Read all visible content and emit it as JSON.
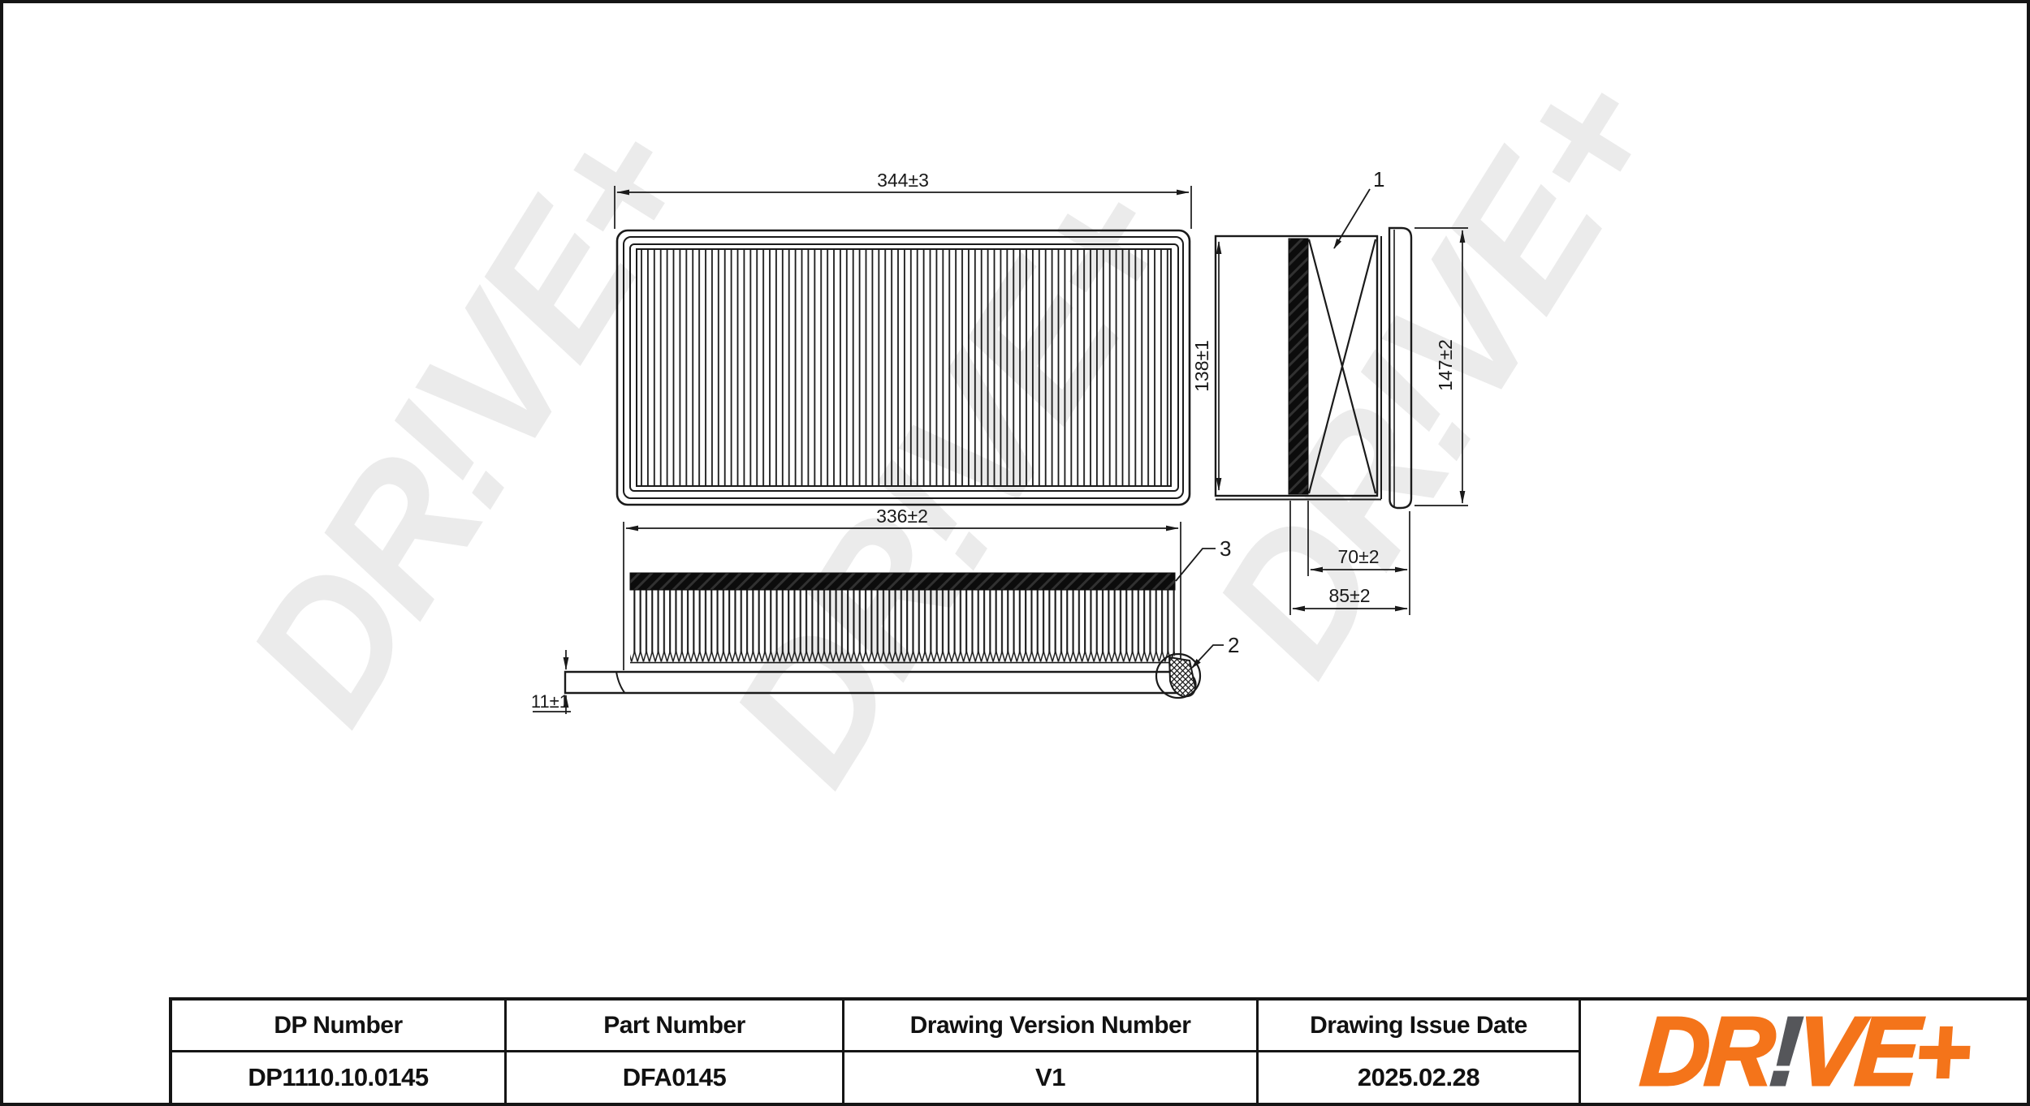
{
  "watermark_text": "DR!VE+",
  "drawing": {
    "dim_top_width": "344±3",
    "dim_side_width": "336±2",
    "dim_side_tray_thickness": "11±1",
    "dim_right_height_inner": "138±1",
    "dim_right_height_outer": "147±2",
    "dim_right_depth_inner": "70±2",
    "dim_right_depth_outer": "85±2",
    "callout_1": "1",
    "callout_2": "2",
    "callout_3": "3"
  },
  "table": {
    "headers": [
      "DP Number",
      "Part Number",
      "Drawing Version Number",
      "Drawing Issue Date"
    ],
    "values": [
      "DP1110.10.0145",
      "DFA0145",
      "V1",
      "2025.02.28"
    ]
  },
  "logo": {
    "prefix": "DR",
    "bang": "!",
    "suffix": "VE+",
    "orange": "#F4741A",
    "gray": "#55565A"
  }
}
